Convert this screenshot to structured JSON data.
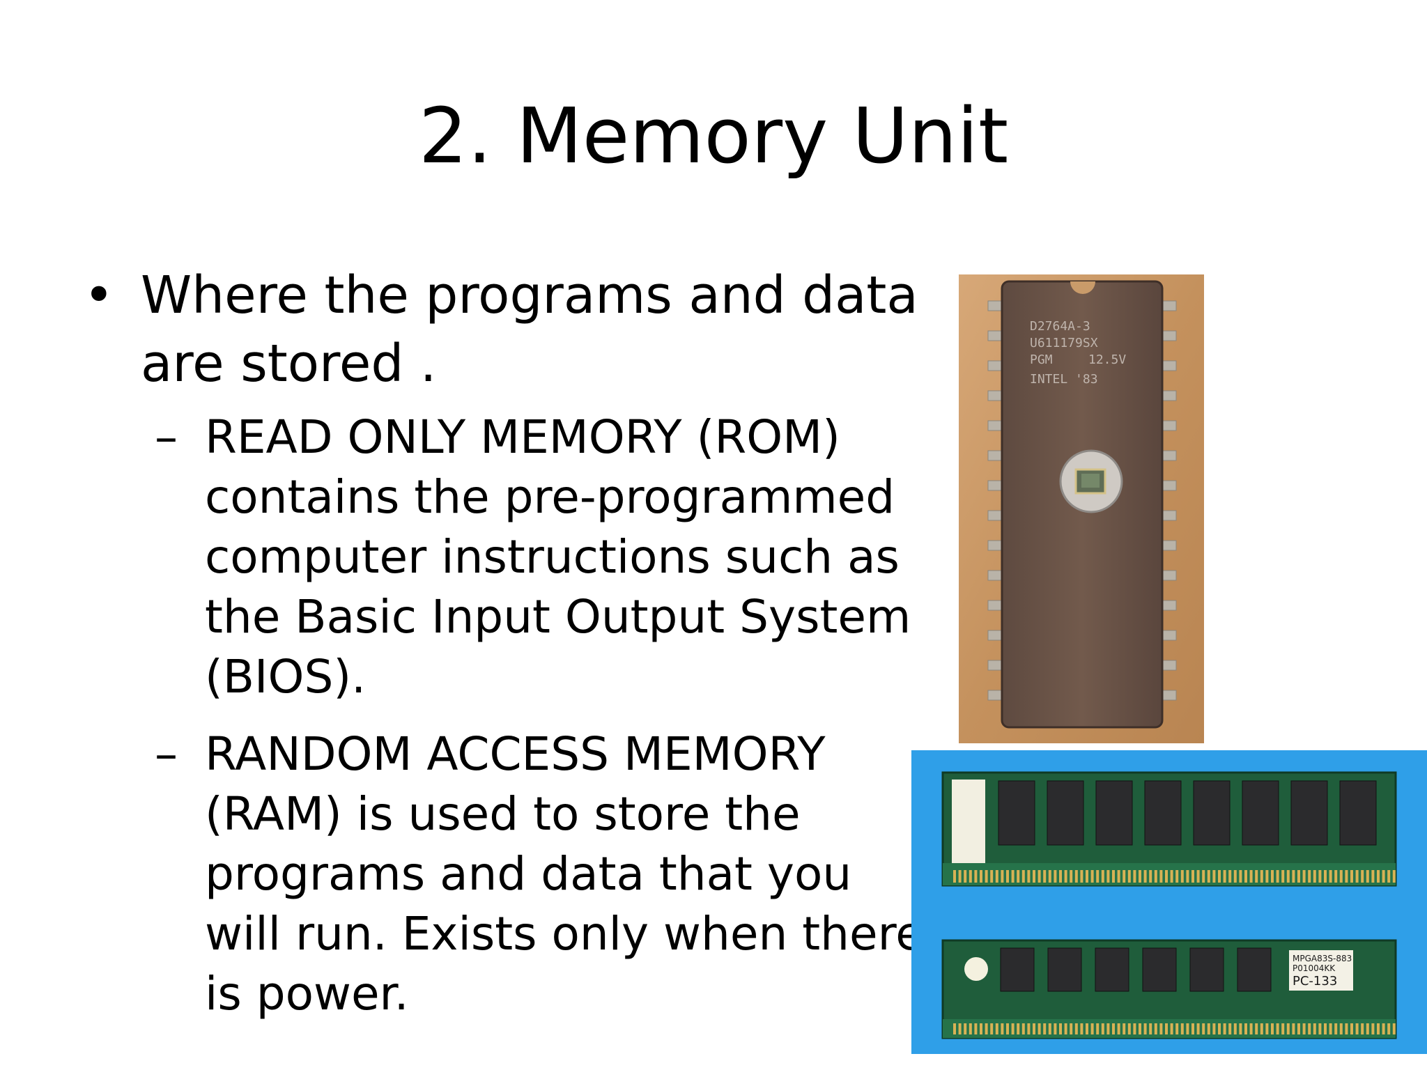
{
  "slide": {
    "title": "2.  Memory Unit",
    "bullet": {
      "mark": "•",
      "text": "Where the programs and data are stored ."
    },
    "sub_bullets": [
      {
        "mark": "–",
        "text": "READ ONLY MEMORY (ROM) contains the pre-programmed computer instructions such as the Basic Input Output System (BIOS)."
      },
      {
        "mark": "–",
        "text": "RANDOM ACCESS MEMORY (RAM) is used to store the programs and data that you will run.  Exists only when there is power."
      }
    ]
  },
  "images": {
    "eprom_chip": {
      "icon": "eprom-chip-photo",
      "markings": [
        "D2764A-3",
        "U611179SX",
        "PGM",
        "12.5V",
        "INTEL '83"
      ],
      "background_color": "#c99b6a",
      "chip_color": "#6b5346"
    },
    "ram_modules": {
      "icon": "ram-modules-photo",
      "labels": [
        "MPGA83S-883",
        "P01004KK",
        "PC-133"
      ],
      "background_color": "#2f9fe8",
      "board_color": "#1d5a3c"
    }
  }
}
